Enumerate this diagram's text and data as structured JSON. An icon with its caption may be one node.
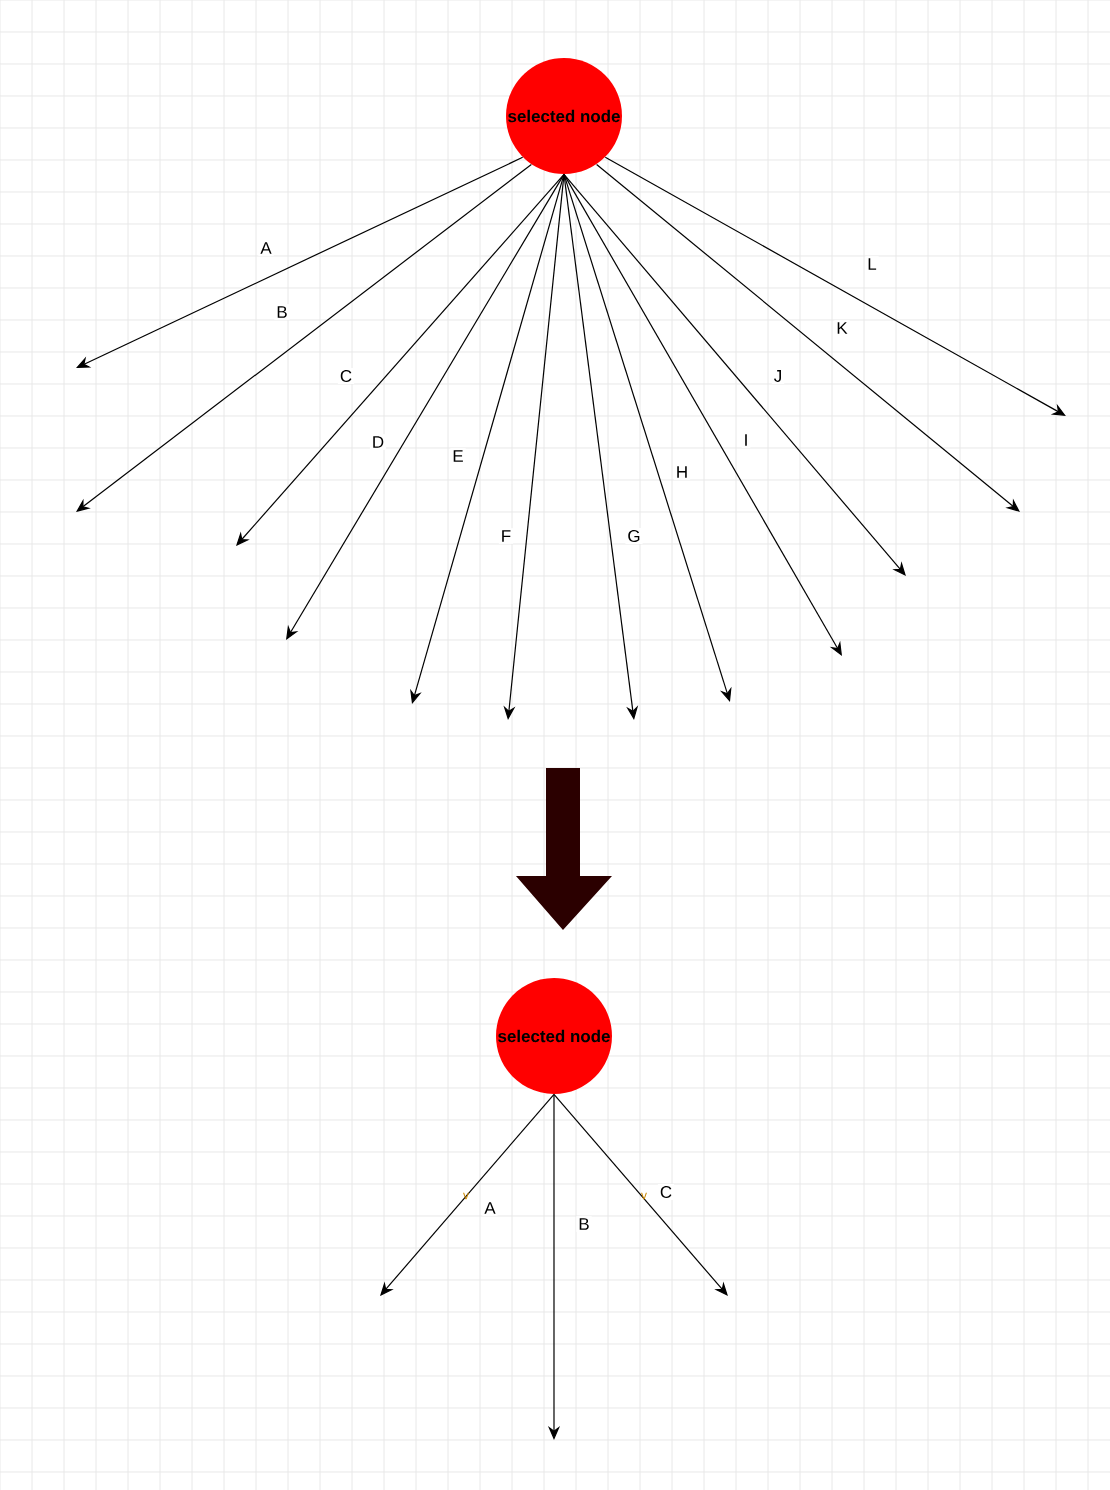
{
  "diagram": {
    "nodes": [
      {
        "text": [
          "selected node"
        ]
      },
      {
        "text": [
          "selected node"
        ]
      }
    ],
    "edges": [
      {
        "from": 0,
        "to": null,
        "arrow": "to",
        "label": "A"
      },
      {
        "from": 0,
        "to": null,
        "arrow": "to",
        "label": "B"
      },
      {
        "from": 0,
        "to": null,
        "arrow": "to",
        "label": "C"
      },
      {
        "from": 0,
        "to": null,
        "arrow": "to",
        "label": "D"
      },
      {
        "from": 0,
        "to": null,
        "arrow": "to",
        "label": "E"
      },
      {
        "from": 0,
        "to": null,
        "arrow": "to",
        "label": "F"
      },
      {
        "from": 0,
        "to": null,
        "arrow": "to",
        "label": "G"
      },
      {
        "from": 0,
        "to": null,
        "arrow": "to",
        "label": "H"
      },
      {
        "from": 0,
        "to": null,
        "arrow": "to",
        "label": "I"
      },
      {
        "from": 0,
        "to": null,
        "arrow": "to",
        "label": "J"
      },
      {
        "from": 0,
        "to": null,
        "arrow": "to",
        "label": "K"
      },
      {
        "from": 0,
        "to": null,
        "arrow": "to",
        "label": "L"
      },
      {
        "from": 1,
        "to": null,
        "arrow": "to",
        "label": "A"
      },
      {
        "from": 1,
        "to": null,
        "arrow": "to",
        "label": "B"
      },
      {
        "from": 1,
        "to": null,
        "arrow": "to",
        "label": "C"
      }
    ],
    "labels": [
      "v",
      "v"
    ]
  }
}
